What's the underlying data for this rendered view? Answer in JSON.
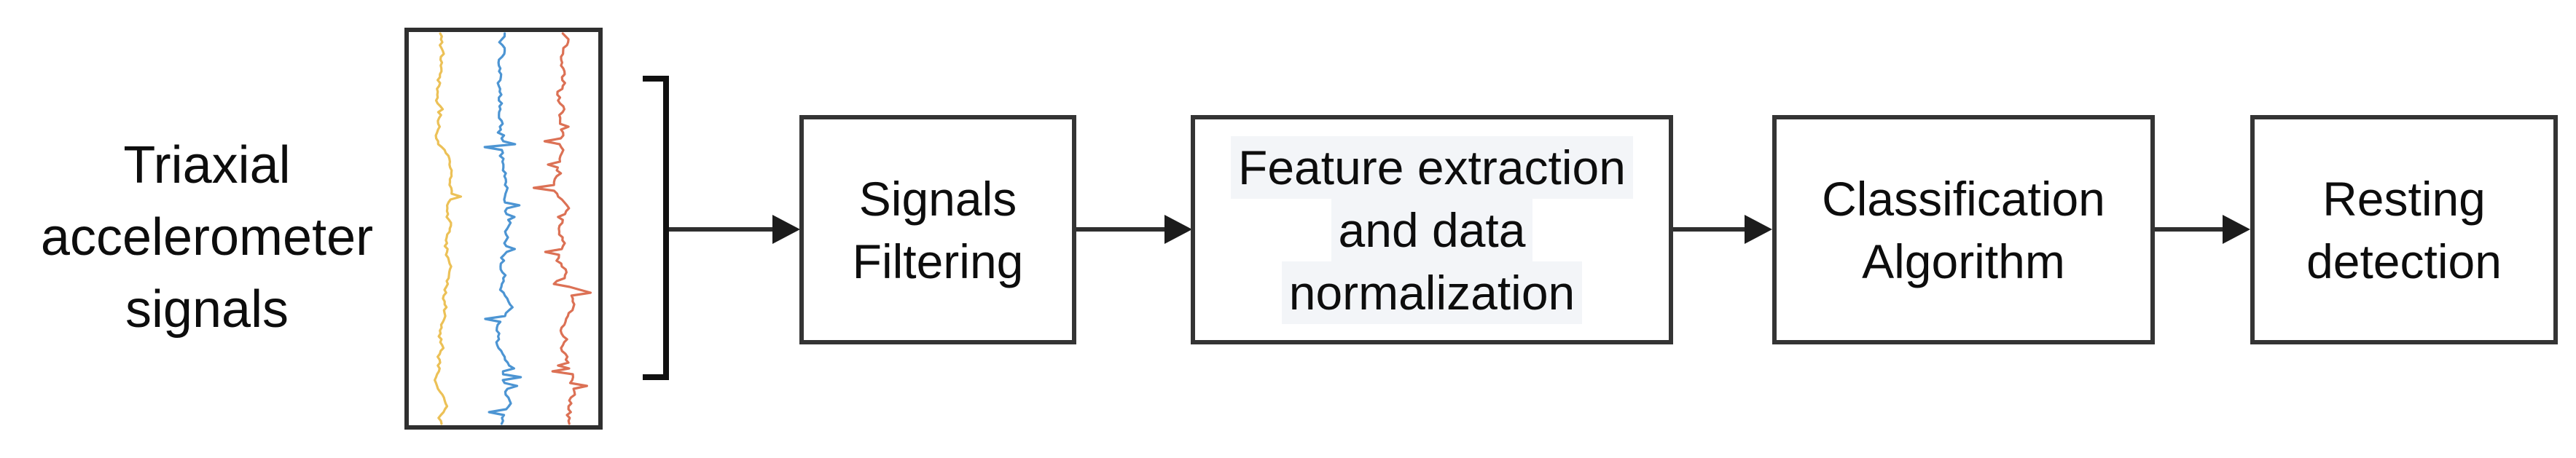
{
  "diagram": {
    "title_hint": "Resting detection processing pipeline",
    "background_color": "#ffffff",
    "box_border_color": "#343434",
    "connector_color": "#2e2e2e",
    "bracket_color": "#101010",
    "text_color": "#0d0d0d",
    "feature_line_highlight_color": "#f3f5f8",
    "source_label": {
      "text": "Triaxial accelerometer signals",
      "lines": [
        "Triaxial",
        "accelerometer",
        "signals"
      ]
    },
    "signal_plot": {
      "description": "three vertical accelerometer signal traces",
      "traces": [
        {
          "name": "accel-x-trace",
          "color": "#ecc157"
        },
        {
          "name": "accel-y-trace",
          "color": "#4d95d3"
        },
        {
          "name": "accel-z-trace",
          "color": "#dc7155"
        }
      ]
    },
    "steps": [
      {
        "id": "signals-filtering",
        "text": "Signals Filtering",
        "lines": [
          "Signals",
          "Filtering"
        ]
      },
      {
        "id": "feature-extraction",
        "text": "Feature extraction and data normalization",
        "lines": [
          "Feature extraction",
          "and data",
          "normalization"
        ]
      },
      {
        "id": "classification-algorithm",
        "text": "Classification Algorithm",
        "lines": [
          "Classification",
          "Algorithm"
        ]
      },
      {
        "id": "resting-detection",
        "text": "Resting detection",
        "lines": [
          "Resting",
          "detection"
        ]
      }
    ]
  }
}
